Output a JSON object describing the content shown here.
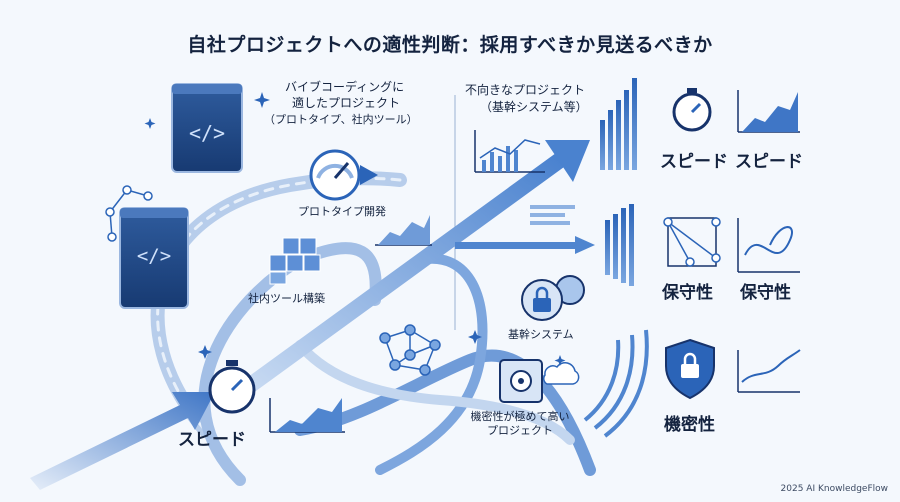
{
  "title": "自社プロジェクトへの適性判断：採用すべきか見送るべきか",
  "suitable": {
    "line1": "バイブコーディングに",
    "line2": "適したプロジェクト",
    "line3": "（プロトタイプ、社内ツール）",
    "prototype_label": "プロトタイプ開発",
    "internal_tool_label": "社内ツール構築",
    "speed_label": "スピード"
  },
  "unsuitable": {
    "line1": "不向きなプロジェクト",
    "line2": "（基幹システム等）",
    "core_label": "基幹システム",
    "confidential_line1": "機密性が極めて高い",
    "confidential_line2": "プロジェクト"
  },
  "criteria": {
    "speed_a": "スピード",
    "speed_b": "スピード",
    "maint_a": "保守性",
    "maint_b": "保守性",
    "confidentiality": "機密性"
  },
  "footer": "2025 AI KnowledgeFlow",
  "colors": {
    "primary": "#2b64b8",
    "dark": "#17336b",
    "light": "#a9c6ec"
  }
}
